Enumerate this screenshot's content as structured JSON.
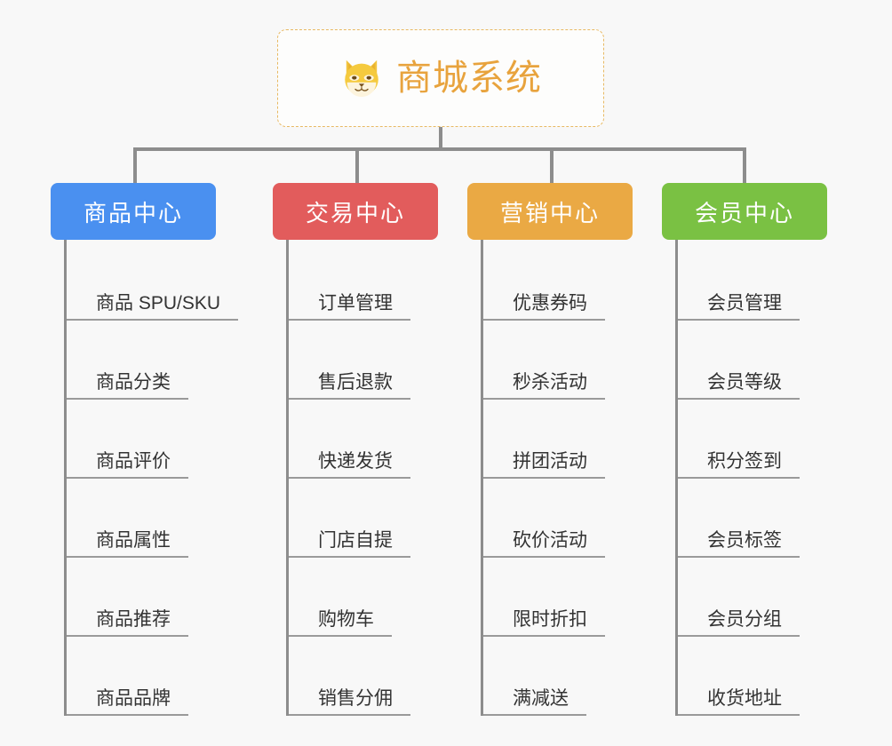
{
  "diagram": {
    "type": "mind-map",
    "title": "商城系统",
    "background_color": "#f8f8f8",
    "root": {
      "label": "商城系统",
      "icon": "shiba-dog-icon",
      "text_color": "#e8a33d",
      "border_color": "#e8b963",
      "border_style": "dashed"
    },
    "connector_color": "#8d8d8d",
    "categories": [
      {
        "label": "商品中心",
        "color": "#4a90f0",
        "items": [
          {
            "label": "商品 SPU/SKU"
          },
          {
            "label": "商品分类"
          },
          {
            "label": "商品评价"
          },
          {
            "label": "商品属性"
          },
          {
            "label": "商品推荐"
          },
          {
            "label": "商品品牌"
          }
        ]
      },
      {
        "label": "交易中心",
        "color": "#e25c5c",
        "items": [
          {
            "label": "订单管理"
          },
          {
            "label": "售后退款"
          },
          {
            "label": "快递发货"
          },
          {
            "label": "门店自提"
          },
          {
            "label": "购物车"
          },
          {
            "label": "销售分佣"
          }
        ]
      },
      {
        "label": "营销中心",
        "color": "#eaa944",
        "items": [
          {
            "label": "优惠券码"
          },
          {
            "label": "秒杀活动"
          },
          {
            "label": "拼团活动"
          },
          {
            "label": "砍价活动"
          },
          {
            "label": "限时折扣"
          },
          {
            "label": "满减送"
          }
        ]
      },
      {
        "label": "会员中心",
        "color": "#7ac143",
        "items": [
          {
            "label": "会员管理"
          },
          {
            "label": "会员等级"
          },
          {
            "label": "积分签到"
          },
          {
            "label": "会员标签"
          },
          {
            "label": "会员分组"
          },
          {
            "label": "收货地址"
          }
        ]
      }
    ]
  }
}
